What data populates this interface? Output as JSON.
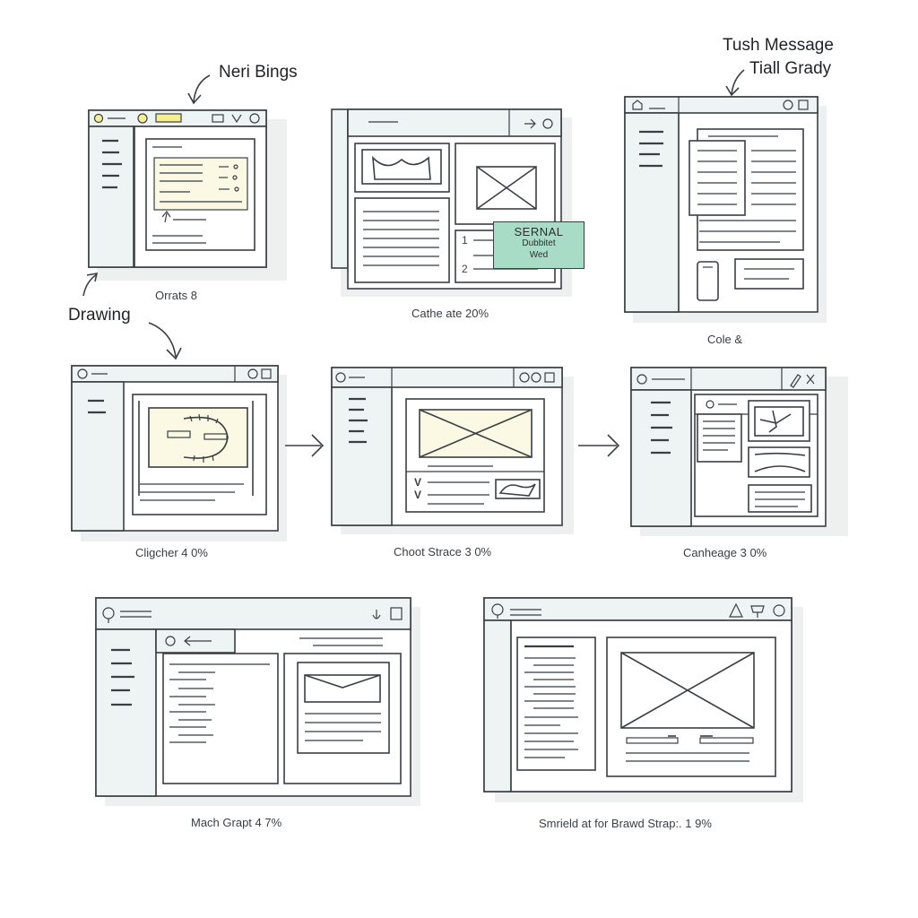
{
  "annotations": {
    "top_left": "Neri Bings",
    "top_right_1": "Tush Message",
    "top_right_2": "Tiall Grady",
    "left": "Drawing"
  },
  "sticky_note": {
    "title": "SERNAL",
    "line1": "Dubbitet",
    "line2": "Wed"
  },
  "captions": [
    "Orrats 8",
    "Cathe ate 20%",
    "Cole &",
    "Cligcher 4 0%",
    "Choot Strace 3 0%",
    "Canheage 3 0%",
    "Mach Grapt 4 7%",
    "Smrield at for Brawd Strap:. 1 9%"
  ],
  "list_markers": {
    "panel2": [
      "1",
      "2"
    ],
    "panel5": [
      "V",
      "V"
    ]
  },
  "colors": {
    "stroke": "#3a3f44",
    "sidebar": "#eef4f3",
    "yellow_accent": "#f3ef92",
    "sticky_note": "#a9dcc7"
  }
}
